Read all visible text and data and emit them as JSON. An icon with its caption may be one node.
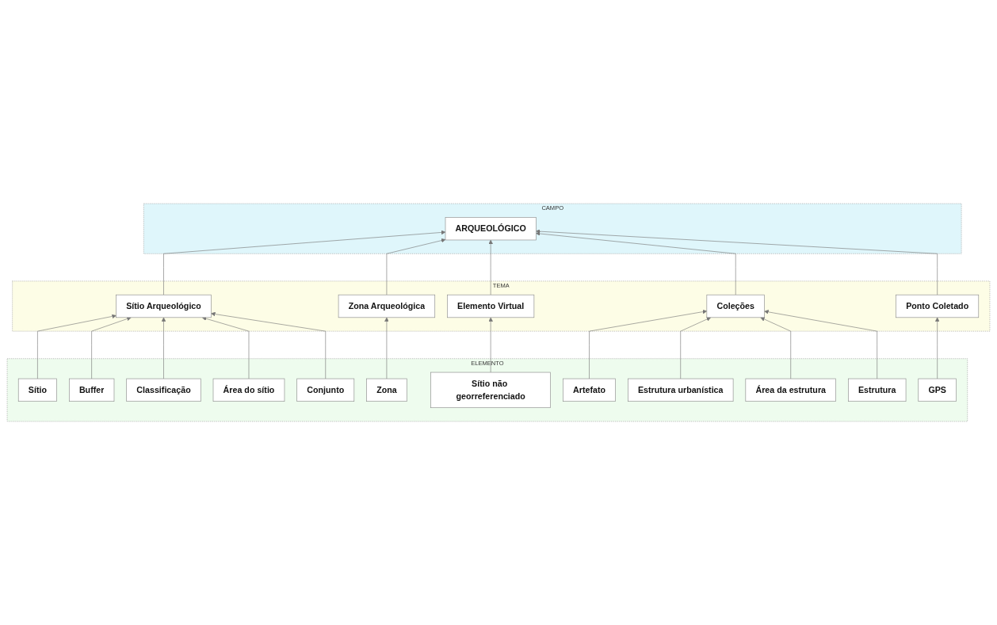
{
  "diagram": {
    "nodes": [
      {
        "text": [
          "CAMPO"
        ]
      },
      {
        "text": [
          "ARQUEOLÓGICO"
        ],
        "in": 0
      },
      {
        "text": [
          "TEMA"
        ]
      },
      {
        "text": [
          "Sítio Arqueológico"
        ],
        "in": 2
      },
      {
        "text": [
          "Zona Arqueológica"
        ],
        "in": 2
      },
      {
        "text": [
          "Elemento Virtual"
        ],
        "in": 2
      },
      {
        "text": [
          "Coleções"
        ],
        "in": 2
      },
      {
        "text": [
          "Ponto Coletado"
        ],
        "in": 2
      },
      {
        "text": [
          "ELEMENTO"
        ]
      },
      {
        "text": [
          "Sítio"
        ],
        "in": 8
      },
      {
        "text": [
          "Conjunto"
        ],
        "in": 8
      },
      {
        "text": [
          "Buffer"
        ],
        "in": 8
      },
      {
        "text": [
          "Área do sítio"
        ],
        "in": 8
      },
      {
        "text": [
          "Classificação"
        ],
        "in": 8
      },
      {
        "text": [
          "Zona"
        ],
        "in": 8
      },
      {
        "text": [
          "Sítio não georreferenciado"
        ],
        "in": 8
      },
      {
        "text": [
          "Artefato"
        ],
        "in": 8
      },
      {
        "text": [
          "Estrutura"
        ],
        "in": 8
      },
      {
        "text": [
          "GPS"
        ],
        "in": 8
      },
      {
        "text": [
          "Área da estrutura"
        ],
        "in": 8
      },
      {
        "text": [
          "Estrutura urbanística"
        ],
        "in": 8
      }
    ],
    "edges": [
      {
        "from": 3,
        "to": 1,
        "arrow": "to"
      },
      {
        "from": 4,
        "to": 1,
        "arrow": "to"
      },
      {
        "from": 5,
        "to": 1,
        "arrow": "to"
      },
      {
        "from": 6,
        "to": 1,
        "arrow": "to"
      },
      {
        "from": 7,
        "to": 1,
        "arrow": "to"
      },
      {
        "from": 9,
        "to": 3,
        "arrow": "to"
      },
      {
        "from": 11,
        "to": 3,
        "arrow": "to"
      },
      {
        "from": 13,
        "to": 3,
        "arrow": "to"
      },
      {
        "from": 12,
        "to": 3,
        "arrow": "to"
      },
      {
        "from": 10,
        "to": 3,
        "arrow": "to"
      },
      {
        "from": 14,
        "to": 4,
        "arrow": "to"
      },
      {
        "from": 15,
        "to": 5,
        "arrow": "to"
      },
      {
        "from": 16,
        "to": 6,
        "arrow": "to"
      },
      {
        "from": 20,
        "to": 6,
        "arrow": "to"
      },
      {
        "from": 19,
        "to": 6,
        "arrow": "to"
      },
      {
        "from": 17,
        "to": 6,
        "arrow": "to"
      },
      {
        "from": 18,
        "to": 7,
        "arrow": "to"
      }
    ]
  }
}
